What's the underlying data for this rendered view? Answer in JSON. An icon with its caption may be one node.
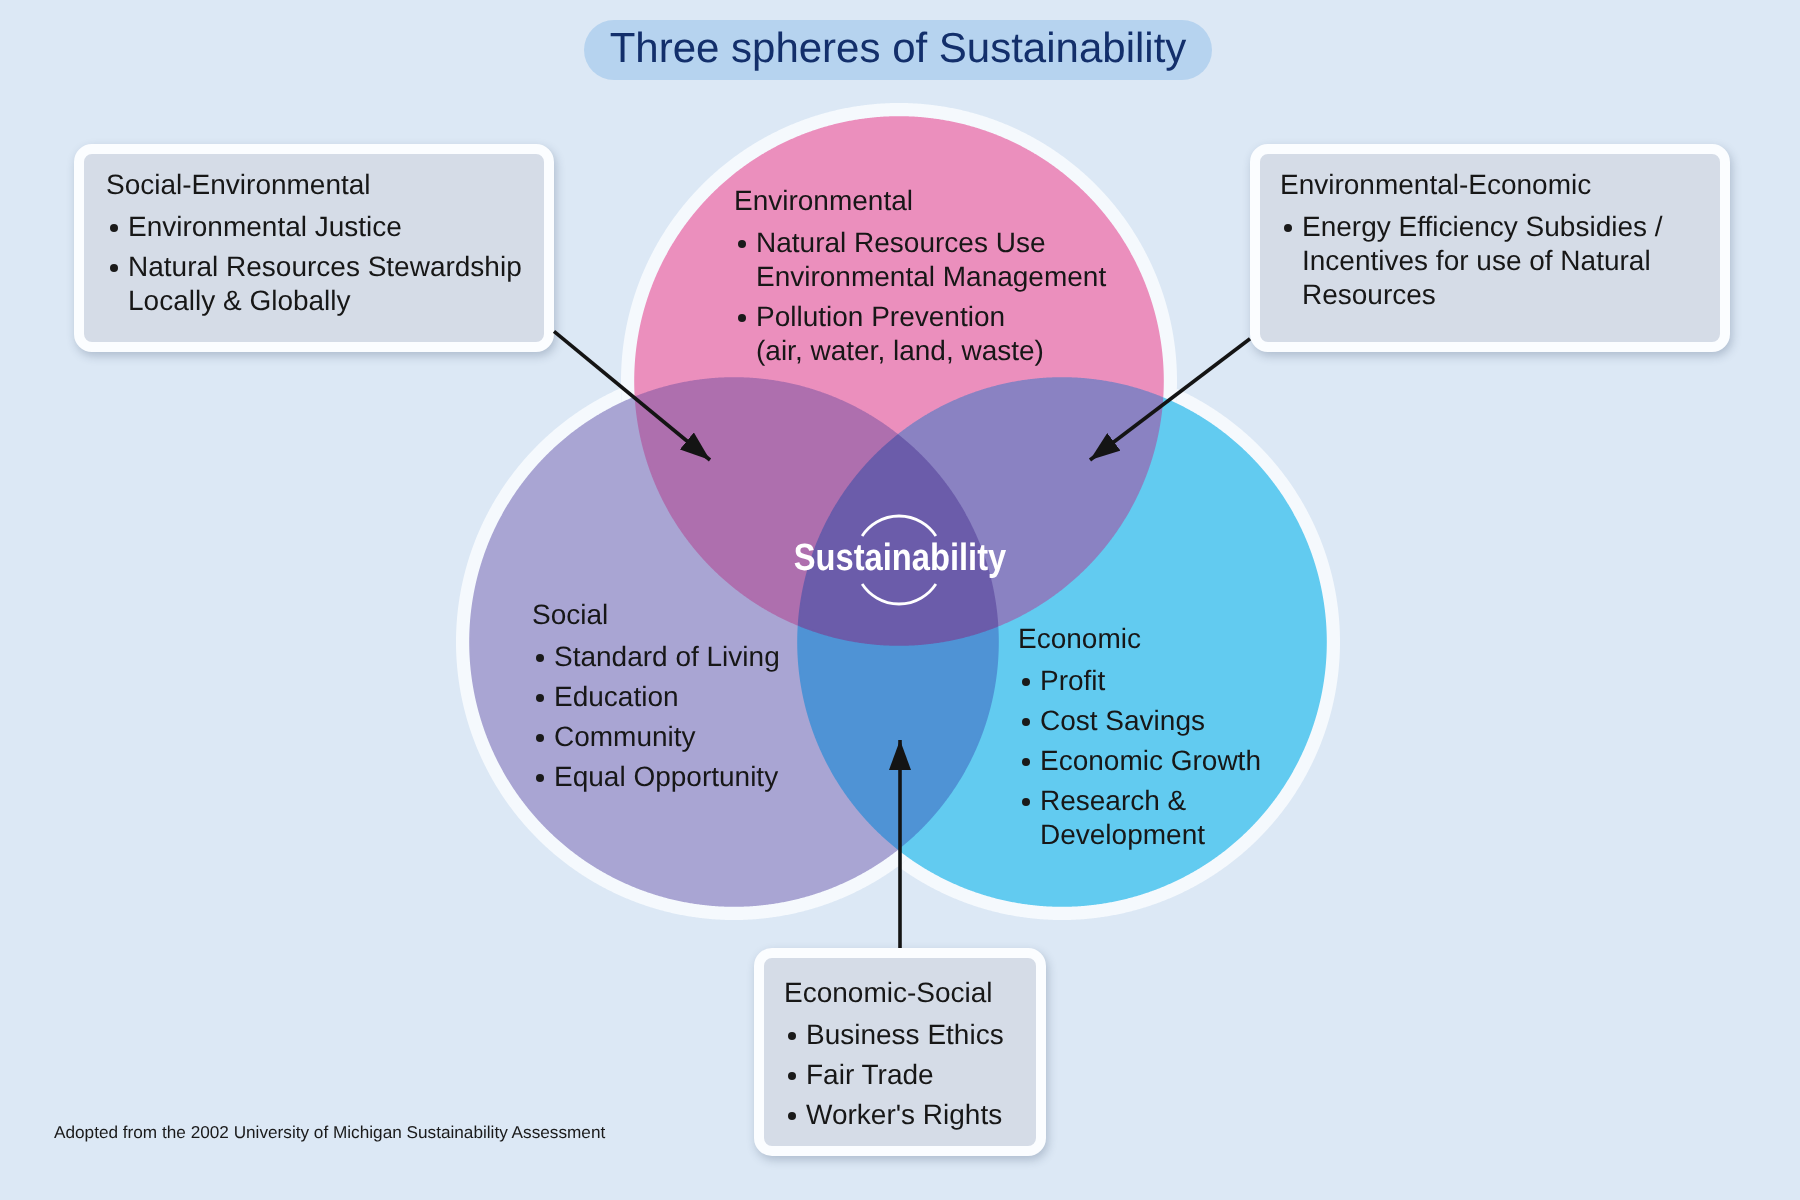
{
  "diagram": {
    "title": "Three spheres of Sustainability",
    "nodes": [
      {
        "text": [
          "Social-Environmental",
          "Environmental Justice",
          "Natural Resources Stewardship Locally & Globally"
        ]
      },
      {
        "text": [
          "Environmental",
          "Natural Resources Use Environmental Management",
          "Pollution Prevention (air, water, land, waste)"
        ]
      },
      {
        "text": [
          "Environmental-Economic",
          "Energy Efficiency Subsidies / Incentives for use of Natural Resources"
        ]
      },
      {
        "text": [
          "Social",
          "Standard of Living",
          "Education",
          "Community",
          "Equal Opportunity"
        ]
      },
      {
        "text": [
          "Economic",
          "Profit",
          "Cost Savings",
          "Economic Growth",
          "Research & Development"
        ]
      },
      {
        "text": [
          "Sustainability"
        ]
      },
      {
        "text": [],
        "shape": "lens"
      },
      {
        "text": [],
        "shape": "lens"
      },
      {
        "text": [],
        "shape": "lens"
      },
      {
        "text": [
          "Economic-Social",
          "Business Ethics",
          "Fair Trade",
          "Worker's Rights"
        ]
      }
    ],
    "edges": [
      {
        "from": 0,
        "to": 6,
        "arrow": "to"
      },
      {
        "from": 2,
        "to": 7,
        "arrow": "to"
      },
      {
        "from": 9,
        "to": 8,
        "arrow": "to"
      }
    ],
    "labels": [
      "Adopted from the 2002 University of Michigan Sustainability Assessment"
    ]
  }
}
